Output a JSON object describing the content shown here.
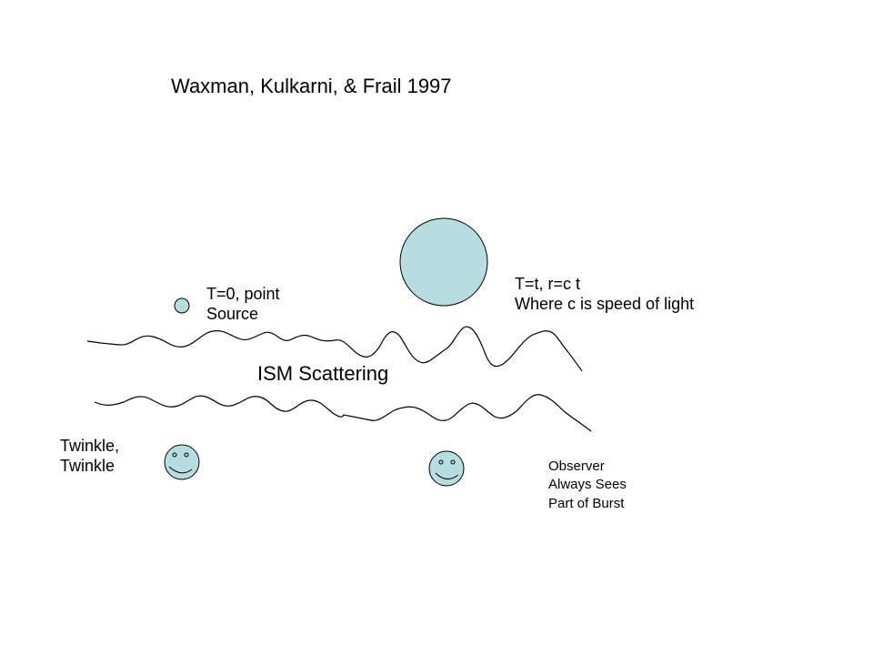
{
  "title": "Waxman, Kulkarni, & Frail 1997",
  "point_source": {
    "lines": [
      "T=0, point",
      "Source"
    ]
  },
  "expanding_shell": {
    "lines": [
      "T=t, r=c t",
      "Where c is speed of light"
    ]
  },
  "medium": {
    "label": "ISM Scattering"
  },
  "twinkle": {
    "lines": [
      "Twinkle,",
      "Twinkle"
    ]
  },
  "observer": {
    "lines": [
      "Observer",
      "Always Sees",
      "Part of Burst"
    ]
  },
  "colors": {
    "fill": "#b8dde0",
    "stroke": "#000000",
    "background": "#ffffff"
  }
}
